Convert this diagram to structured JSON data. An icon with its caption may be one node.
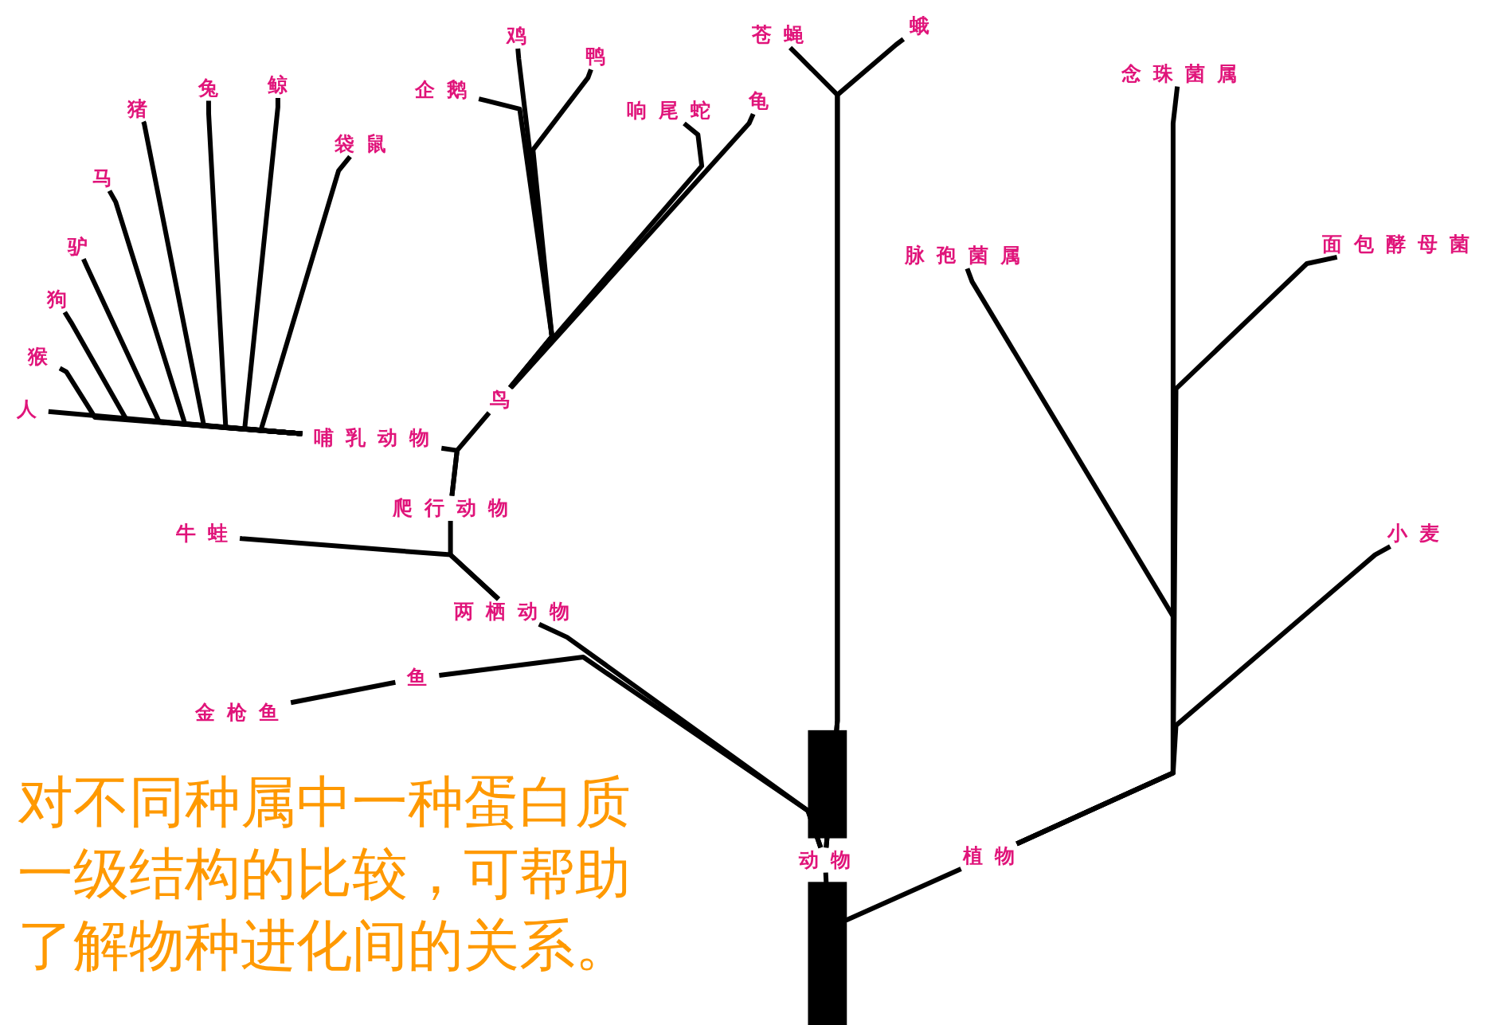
{
  "diagram": {
    "nodes": [
      {
        "text": [
          "苍蝇"
        ]
      },
      {
        "text": [
          "蛾"
        ]
      },
      {
        "text": [
          "鸡"
        ]
      },
      {
        "text": [
          "鸭"
        ]
      },
      {
        "text": [
          "兔"
        ]
      },
      {
        "text": [
          "鲸"
        ]
      },
      {
        "text": [
          "猪"
        ]
      },
      {
        "text": [
          "企鹅"
        ]
      },
      {
        "text": [
          "念珠菌属"
        ]
      },
      {
        "text": [
          "响尾蛇"
        ]
      },
      {
        "text": [
          "龟"
        ]
      },
      {
        "text": [
          "袋鼠"
        ]
      },
      {
        "text": [
          "马"
        ]
      },
      {
        "text": [
          "驴"
        ]
      },
      {
        "text": [
          "面包酵母菌"
        ]
      },
      {
        "text": [
          "脉孢菌属"
        ]
      },
      {
        "text": [
          "狗"
        ]
      },
      {
        "text": [
          "猴"
        ]
      },
      {
        "text": [
          "鸟"
        ]
      },
      {
        "text": [
          "人"
        ]
      },
      {
        "text": [
          "哺乳动物"
        ]
      },
      {
        "text": [
          "爬行动物"
        ]
      },
      {
        "text": [
          "牛蛙"
        ]
      },
      {
        "text": [
          "小麦"
        ]
      },
      {
        "text": [
          "两栖动物"
        ]
      },
      {
        "text": [
          "鱼"
        ]
      },
      {
        "text": [
          "金枪鱼"
        ]
      },
      {
        "text": [
          "动物"
        ]
      },
      {
        "text": [
          "植物"
        ]
      }
    ],
    "edges": [
      {
        "from": 27,
        "to": 0,
        "arrow": "none"
      },
      {
        "from": 27,
        "to": 1,
        "arrow": "none"
      },
      {
        "from": 27,
        "to": 24,
        "arrow": "none"
      },
      {
        "from": 27,
        "to": 25,
        "arrow": "none"
      },
      {
        "from": 25,
        "to": 26,
        "arrow": "none"
      },
      {
        "from": 24,
        "to": 22,
        "arrow": "none"
      },
      {
        "from": 24,
        "to": 21,
        "arrow": "none"
      },
      {
        "from": 21,
        "to": 20,
        "arrow": "none"
      },
      {
        "from": 21,
        "to": 18,
        "arrow": "none"
      },
      {
        "from": 18,
        "to": 10,
        "arrow": "none"
      },
      {
        "from": 18,
        "to": 9,
        "arrow": "none"
      },
      {
        "from": 18,
        "to": 2,
        "arrow": "none"
      },
      {
        "from": 18,
        "to": 7,
        "arrow": "none"
      },
      {
        "from": 18,
        "to": 3,
        "arrow": "none"
      },
      {
        "from": 20,
        "to": 19,
        "arrow": "none"
      },
      {
        "from": 20,
        "to": 17,
        "arrow": "none"
      },
      {
        "from": 20,
        "to": 16,
        "arrow": "none"
      },
      {
        "from": 20,
        "to": 13,
        "arrow": "none"
      },
      {
        "from": 20,
        "to": 12,
        "arrow": "none"
      },
      {
        "from": 20,
        "to": 6,
        "arrow": "none"
      },
      {
        "from": 20,
        "to": 4,
        "arrow": "none"
      },
      {
        "from": 20,
        "to": 5,
        "arrow": "none"
      },
      {
        "from": 20,
        "to": 11,
        "arrow": "none"
      },
      {
        "from": 27,
        "to": 28,
        "arrow": "none"
      },
      {
        "from": 28,
        "to": 8,
        "arrow": "none"
      },
      {
        "from": 28,
        "to": 15,
        "arrow": "none"
      },
      {
        "from": 28,
        "to": 14,
        "arrow": "none"
      },
      {
        "from": 28,
        "to": 23,
        "arrow": "none"
      }
    ],
    "labels": [
      "对不同种属中一种蛋白质一级结构的比较，可帮助了解物种进化间的关系。"
    ]
  }
}
